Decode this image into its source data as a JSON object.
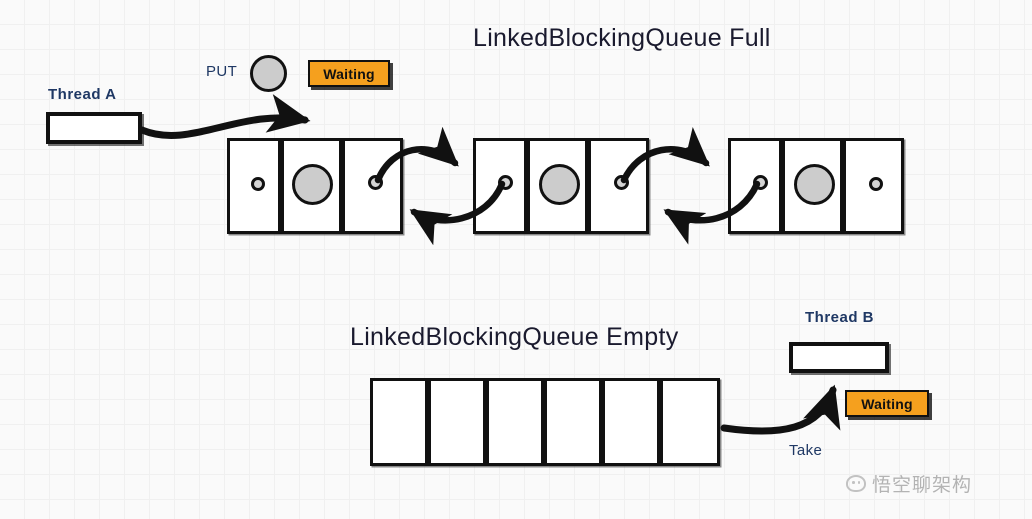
{
  "diagram": {
    "background": {
      "color": "#fafafa",
      "grid_color": "#f0f0f0",
      "grid_size": 25
    },
    "top_section": {
      "title": "LinkedBlockingQueue Full",
      "thread": {
        "label": "Thread A",
        "box_value": ""
      },
      "operation": {
        "label": "PUT",
        "element_icon": "gray-filled-circle"
      },
      "status_badge": {
        "label": "Waiting",
        "color": "#f5a01e",
        "text_color": "#111111"
      },
      "nodes": [
        {
          "prev_pointer": "dot",
          "data": "gray-circle",
          "next_pointer": "dot-linked"
        },
        {
          "prev_pointer": "dot-linked",
          "data": "gray-circle",
          "next_pointer": "dot-linked"
        },
        {
          "prev_pointer": "dot-linked",
          "data": "gray-circle",
          "next_pointer": "dot"
        }
      ],
      "node_count": 3,
      "cells_per_node": 3,
      "link_arrows": [
        "next",
        "prev",
        "next",
        "prev"
      ]
    },
    "bottom_section": {
      "title": "LinkedBlockingQueue Empty",
      "thread": {
        "label": "Thread B",
        "box_value": ""
      },
      "operation": {
        "label": "Take"
      },
      "status_badge": {
        "label": "Waiting",
        "color": "#f5a01e",
        "text_color": "#111111"
      },
      "empty_cell_count": 6,
      "empty_cells": [
        "",
        "",
        "",
        "",
        "",
        ""
      ]
    },
    "watermark": {
      "text": "悟空聊架构",
      "icon": "wechat-icon"
    }
  }
}
